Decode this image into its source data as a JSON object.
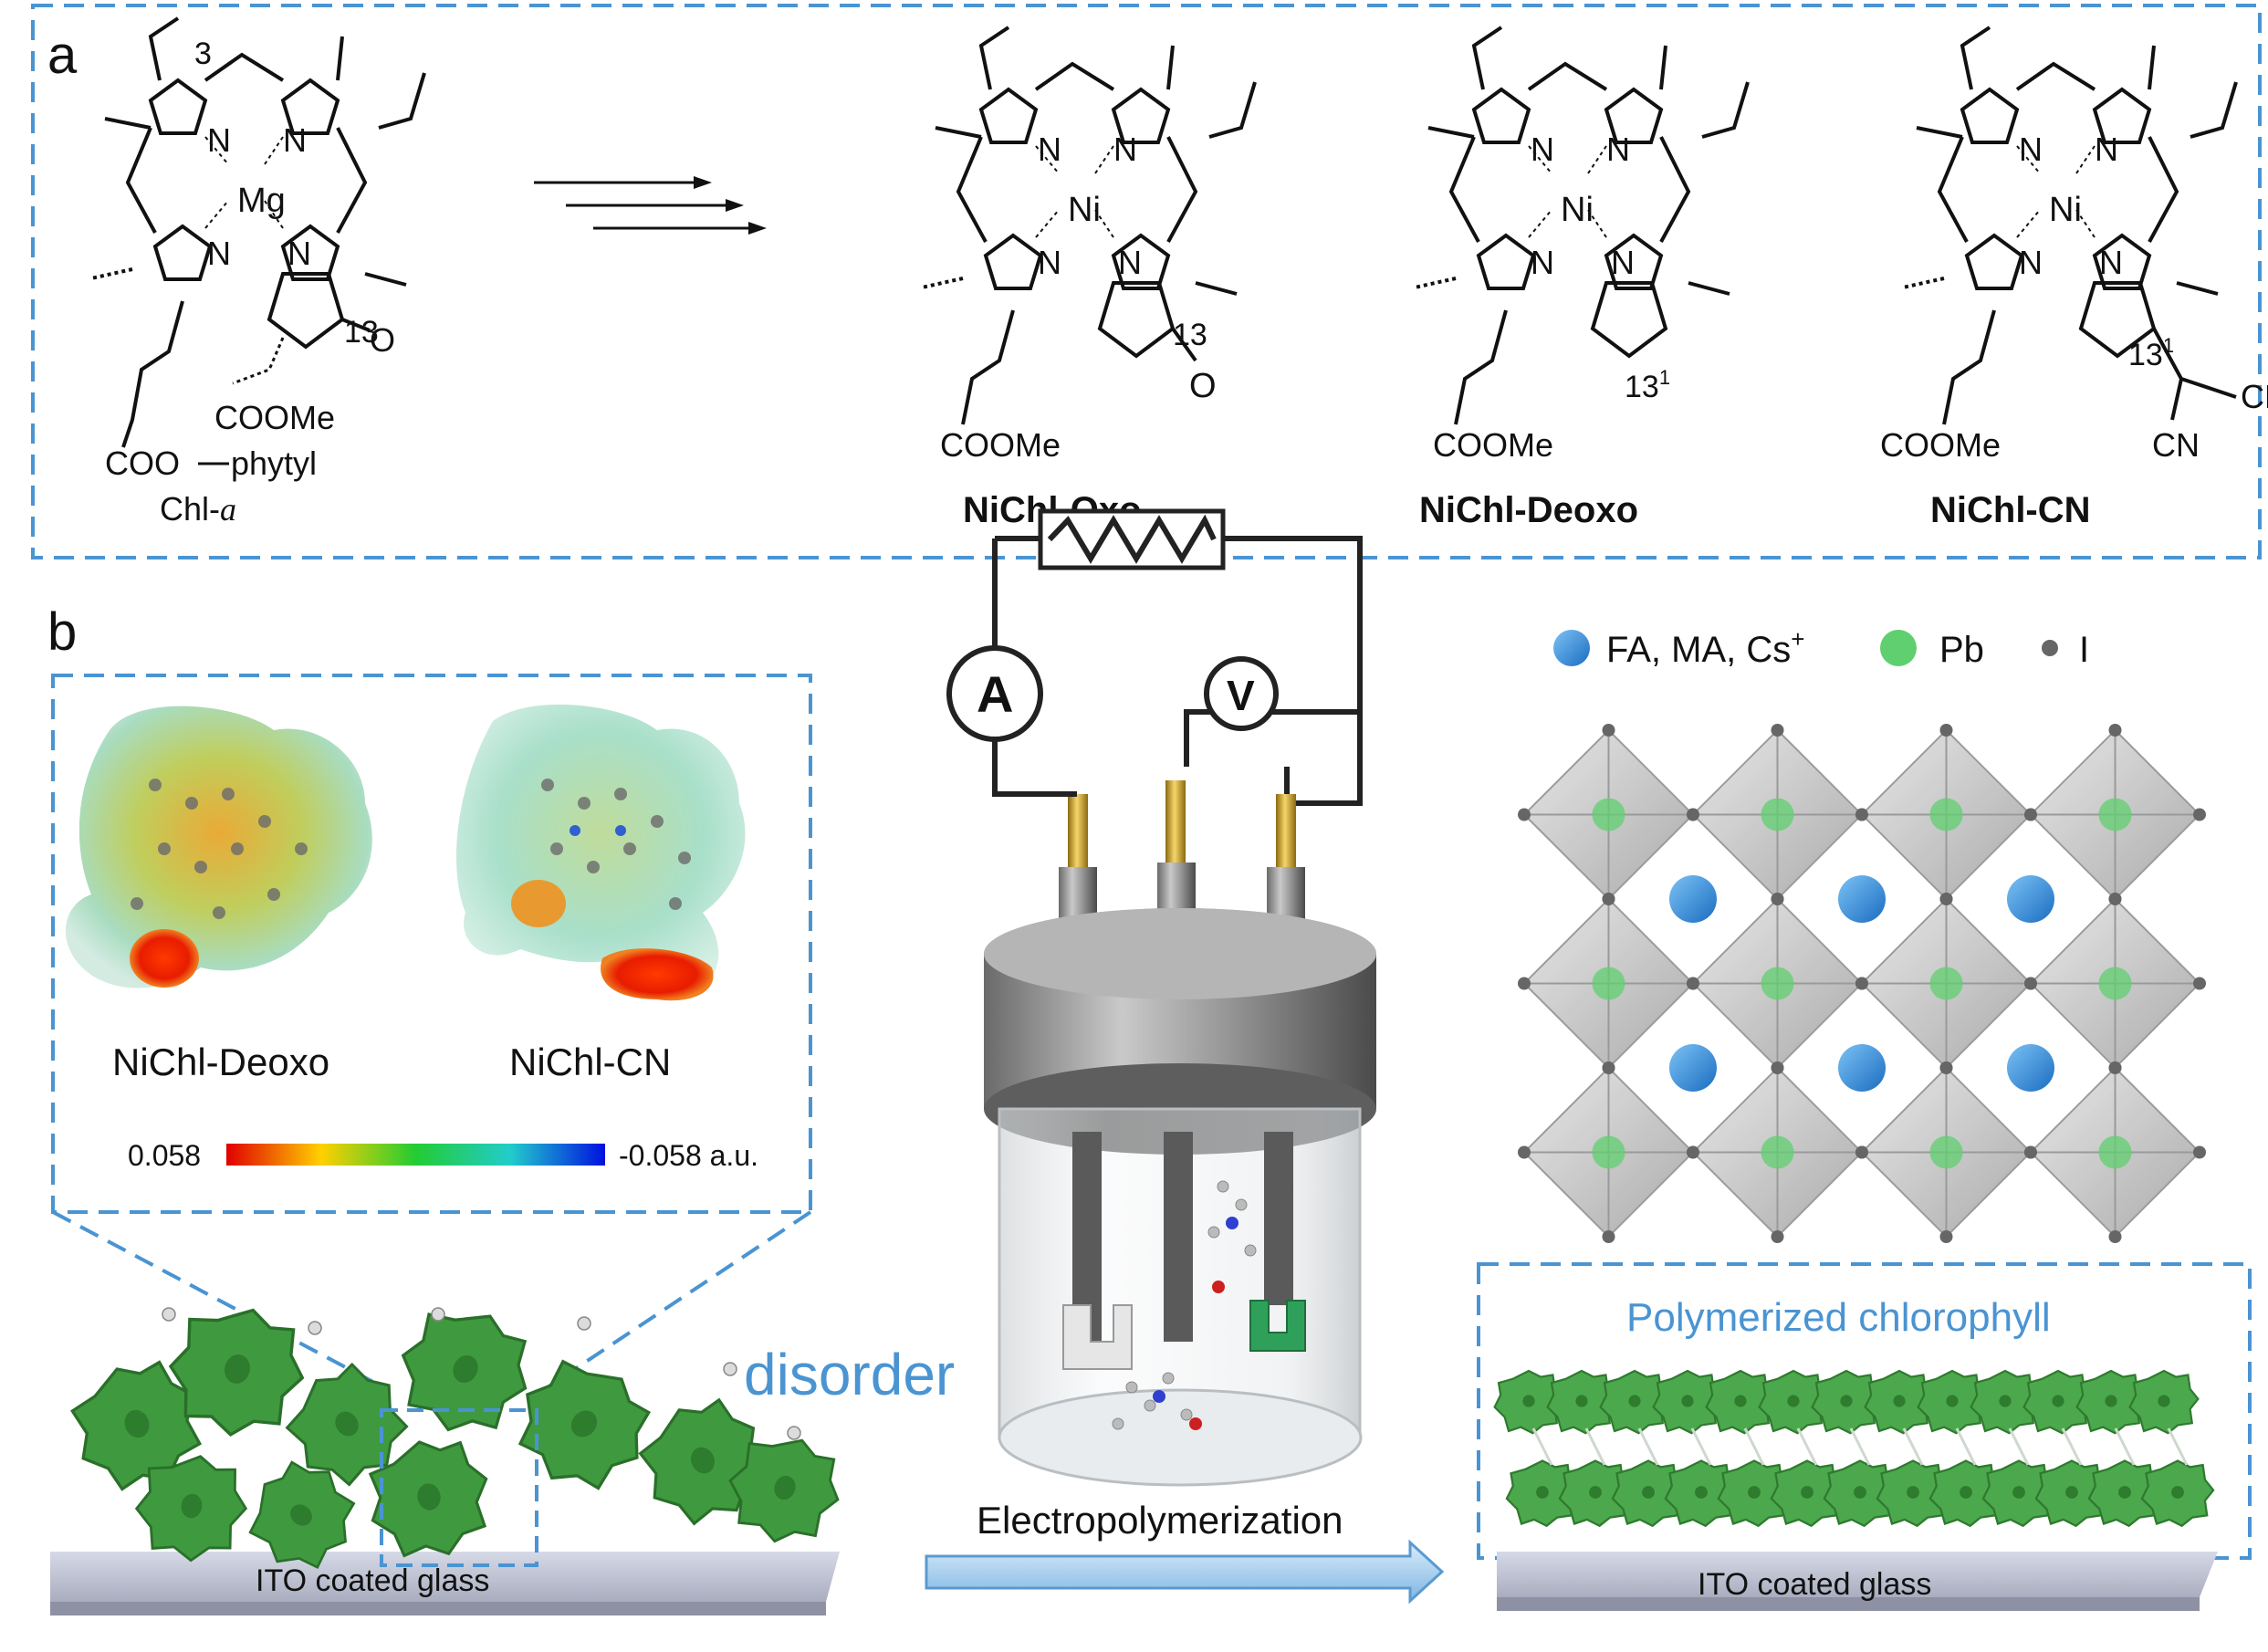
{
  "panel_a": {
    "letter": "a",
    "chla": {
      "atom_N": "N",
      "metal": "Mg",
      "num3": "3",
      "num13": "13",
      "O": "O",
      "ester1": "COOMe",
      "ester2": "COO",
      "phytyl": "phytyl",
      "name_main": "Chl-",
      "name_ital": "a"
    },
    "nichl_oxo": {
      "metal": "Ni",
      "atom_N": "N",
      "num13": "13",
      "O": "O",
      "ester": "COOMe",
      "name": "NiChl-Oxo"
    },
    "nichl_deoxo": {
      "metal": "Ni",
      "atom_N": "N",
      "num131": "13",
      "sup": "1",
      "ester": "COOMe",
      "name": "NiChl-Deoxo"
    },
    "nichl_cn": {
      "metal": "Ni",
      "atom_N": "N",
      "num131": "13",
      "sup": "1",
      "cn1": "CN",
      "cn2": "CN",
      "ester": "COOMe",
      "name": "NiChl-CN"
    }
  },
  "panel_b": {
    "letter": "b",
    "esp": {
      "label_left": "NiChl-Deoxo",
      "label_right": "NiChl-CN",
      "scale_min": "0.058",
      "scale_max": "-0.058 a.u."
    },
    "circuit": {
      "ammeter": "A",
      "voltmeter": "V"
    },
    "legend": {
      "item1": "FA, MA, Cs",
      "item1_sup": "+",
      "item2": "Pb",
      "item3": "I"
    },
    "disorder_label": "disorder",
    "substrate_left": "ITO  coated glass",
    "substrate_right": "ITO  coated glass",
    "process_label": "Electropolymerization",
    "polymer_label": "Polymerized chlorophyll"
  },
  "colors": {
    "dash_blue": "#4a94d2",
    "leaf_green": "#3f9a3f",
    "pb_green": "#5fcf6f",
    "a_site_blue": "#2f7fd0"
  }
}
